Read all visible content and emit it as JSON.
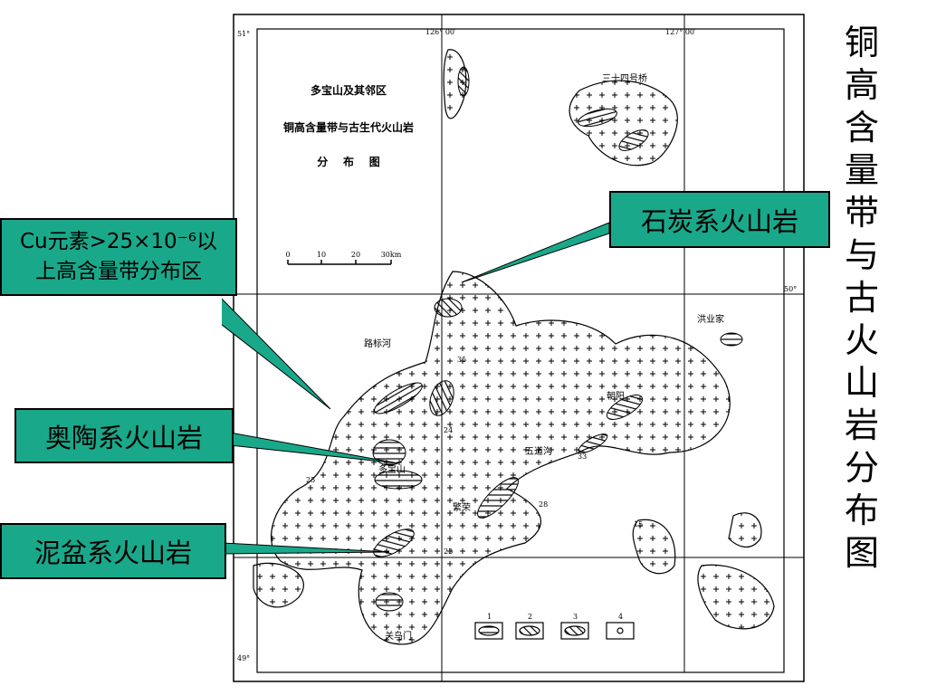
{
  "side_title": "铜高含量带与古火山岩分布图",
  "map": {
    "title_lines": [
      "多宝山及其邻区",
      "铜高含量带与古生代火山岩",
      "分    布    图"
    ],
    "scale_ticks": [
      "0",
      "10",
      "20",
      "30km"
    ],
    "lon_labels": [
      "126° 00′",
      "127° 00′"
    ],
    "lat_labels": [
      "51°",
      "50°",
      "49°"
    ],
    "places": [
      "三十四号桥",
      "洪业家",
      "路标河",
      "五道沟",
      "多宝山",
      "繁荣",
      "关鸟门",
      "朝阳"
    ],
    "dip_numbers": [
      "35",
      "25",
      "23",
      "15",
      "24",
      "33",
      "28"
    ],
    "legend_labels": [
      "1",
      "2",
      "3",
      "4"
    ]
  },
  "callouts": {
    "cu": [
      "Cu元素>25×10⁻⁶以",
      "上高含量带分布区"
    ],
    "tan": "石炭系火山岩",
    "ao": "奥陶系火山岩",
    "ni": "泥盆系火山岩"
  },
  "colors": {
    "callout_fill": "#1aa88a",
    "map_line": "#000000"
  }
}
